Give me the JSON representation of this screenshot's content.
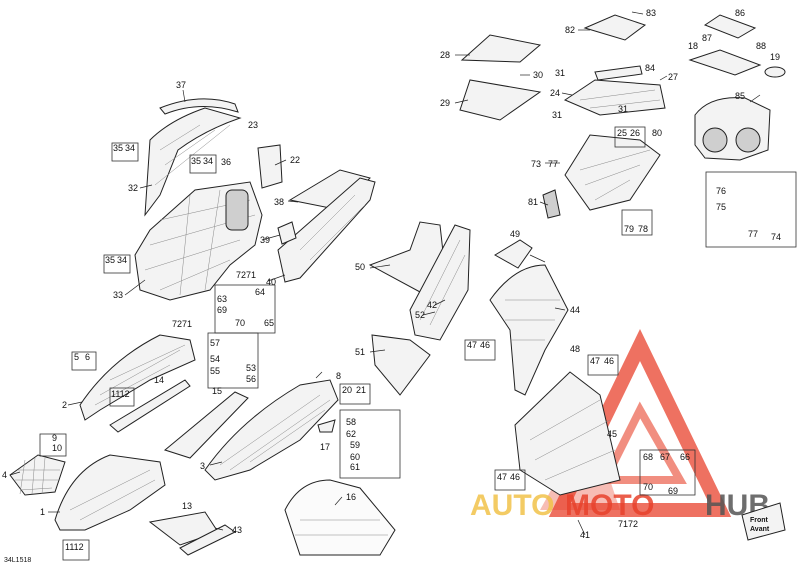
{
  "drawing_code": "34L1518",
  "front_badge": [
    "Front",
    "Avant"
  ],
  "watermark": {
    "left": "AUTO",
    "mid": "MOTO",
    "right": "HUB",
    "color_red": "#e8422c",
    "color_gold": "#f2c24a",
    "color_dark": "#555555"
  },
  "callouts": {
    "c1": "1",
    "c2": "2",
    "c3": "3",
    "c4": "4",
    "c5": "5",
    "c6": "6",
    "c8": "8",
    "c9": "9",
    "c10": "10",
    "c11": "1112",
    "c11b": "1112",
    "c13": "13",
    "c14": "14",
    "c15": "15",
    "c16": "16",
    "c17": "17",
    "c18": "18",
    "c19": "19",
    "c20": "20",
    "c21": "21",
    "c22": "22",
    "c23": "23",
    "c24": "24",
    "c25": "25",
    "c26": "26",
    "c27": "27",
    "c28": "28",
    "c29": "29",
    "c30": "30",
    "c31a": "31",
    "c31b": "31",
    "c32": "32",
    "c33": "33",
    "c34a": "34",
    "c34b": "34",
    "c34c": "34",
    "c35a": "35",
    "c35b": "35",
    "c35c": "35",
    "c36": "36",
    "c37": "37",
    "c38": "38",
    "c39": "39",
    "c40": "40",
    "c41": "41",
    "c42": "42",
    "c43": "43",
    "c44": "44",
    "c45": "45",
    "c46a": "46",
    "c46b": "46",
    "c46c": "46",
    "c47a": "47",
    "c47b": "47",
    "c47c": "47",
    "c48": "48",
    "c49": "49",
    "c50": "50",
    "c51": "51",
    "c52": "52",
    "c53": "53",
    "c54": "54",
    "c55": "55",
    "c56": "56",
    "c57": "57",
    "c58": "58",
    "c59": "59",
    "c60": "60",
    "c61": "61",
    "c62": "62",
    "c63": "63",
    "c64": "64",
    "c65": "65",
    "c66": "66",
    "c67": "67",
    "c68": "68",
    "c69a": "69",
    "c69b": "69",
    "c70a": "70",
    "c70b": "70",
    "c7271": "7271",
    "c7172": "7172",
    "c7377": "73",
    "c77x": "77",
    "c74": "74",
    "c75": "75",
    "c76": "76",
    "c77": "77",
    "c78": "78",
    "c79": "79",
    "c80": "80",
    "c81": "81",
    "c82": "82",
    "c83": "83",
    "c84": "84",
    "c85": "85",
    "c86": "86",
    "c87": "87",
    "c88": "88"
  }
}
